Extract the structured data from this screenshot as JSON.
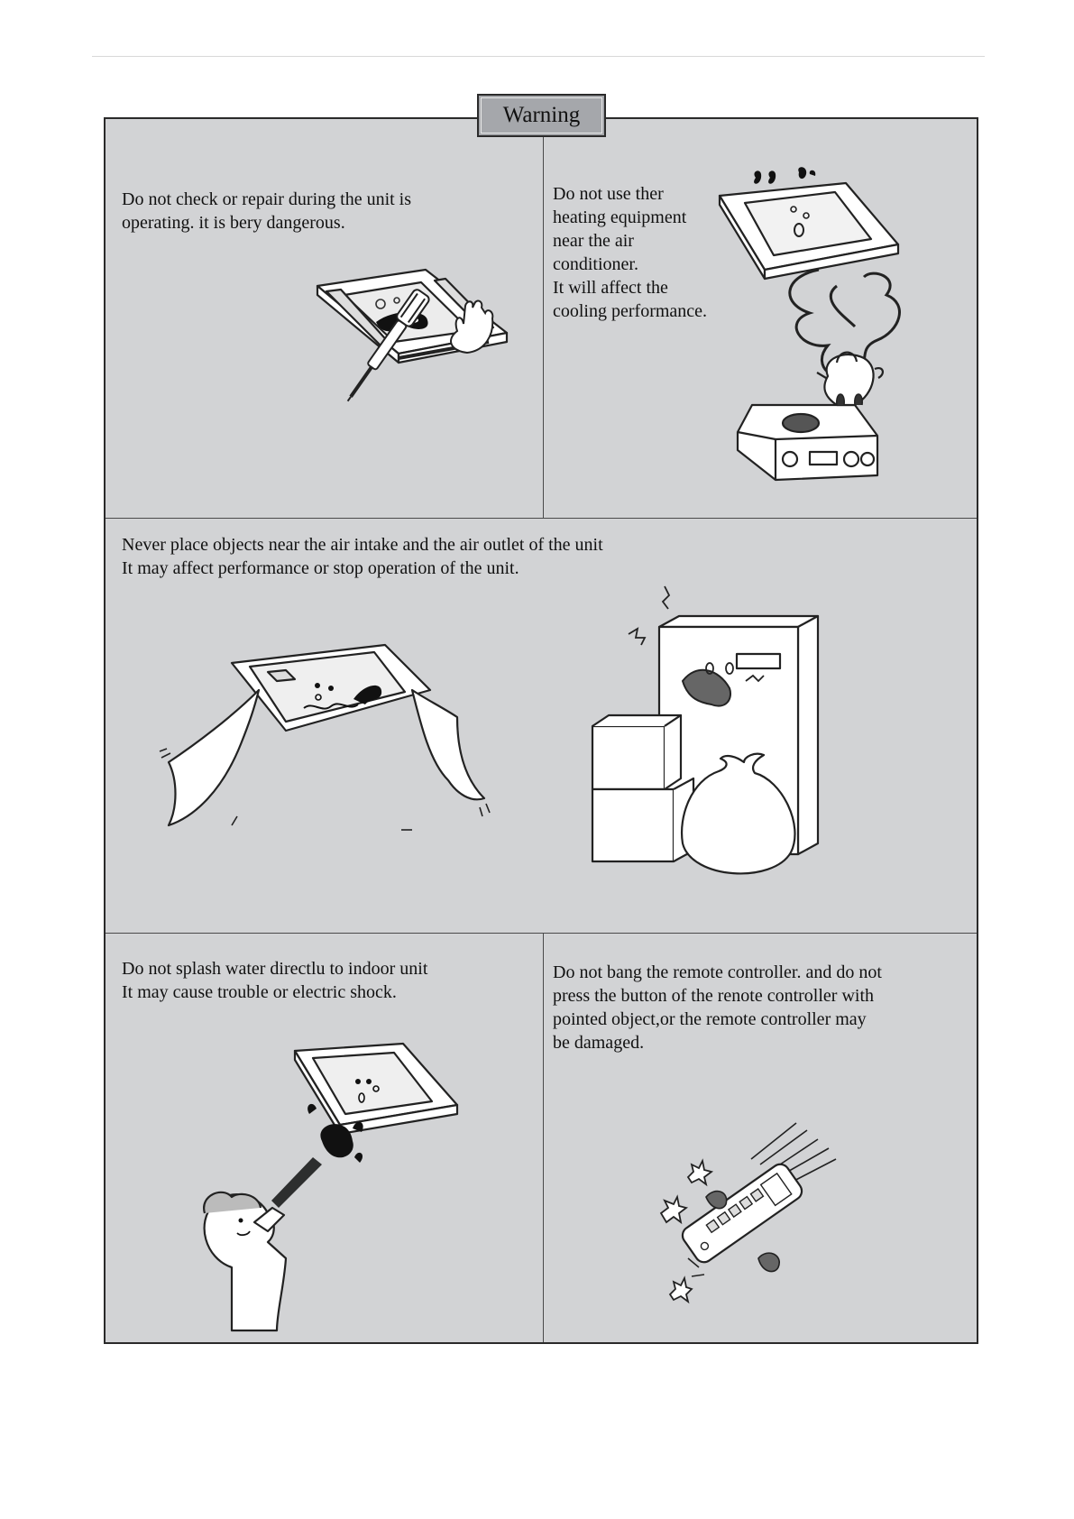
{
  "title": "Warning",
  "panels": {
    "no_repair_while_operating": {
      "text": "Do not check or repair during the unit is\noperating. it is bery dangerous."
    },
    "no_heating_equipment": {
      "text": "Do not use ther\nheating equipment\nnear the air\nconditioner.\nIt will affect the\ncooling performance."
    },
    "no_objects_near_intake": {
      "text": "Never place objects near the air intake and the air outlet of the unit\nIt may affect performance or stop operation of the unit."
    },
    "no_splash_water": {
      "text": "Do not splash water directlu to indoor unit\nIt may cause trouble or electric shock."
    },
    "no_bang_remote": {
      "text": "Do not bang the remote controller. and do not\npress the button of the renote controller with\npointed object,or the remote controller may\nbe damaged."
    }
  },
  "colors": {
    "panel_fill": "#d2d3d5",
    "tab_fill": "#a5a7ab",
    "line": "#2a2a2a"
  }
}
